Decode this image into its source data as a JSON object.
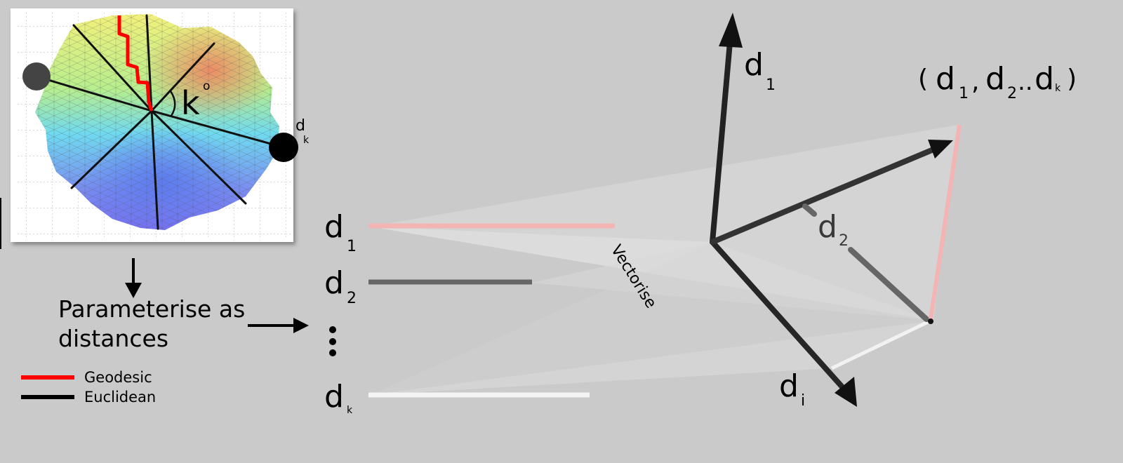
{
  "inset": {
    "angle_label": "k",
    "angle_degree_mark": "o",
    "endpoint_label_main": "d",
    "endpoint_label_sub": "k"
  },
  "process": {
    "parameterise_label": "Parameterise as distances",
    "vectorise_label": "Vectorise"
  },
  "legend": {
    "geodesic_label": "Geodesic",
    "geodesic_color": "#ff0000",
    "euclidean_label": "Euclidean",
    "euclidean_color": "#000000"
  },
  "distance_list": {
    "d1": {
      "main": "d",
      "sub": "1",
      "color": "#f5b4b4"
    },
    "d2": {
      "main": "d",
      "sub": "2",
      "color": "#666666"
    },
    "ellipsis": "⋮",
    "dk": {
      "main": "d",
      "sub": "k",
      "color": "#f4f4f4"
    }
  },
  "vector_space": {
    "axis_d1": {
      "main": "d",
      "sub": "1"
    },
    "axis_d2": {
      "main": "d",
      "sub": "2"
    },
    "axis_di": {
      "main": "d",
      "sub": "i"
    },
    "point": {
      "open": "(",
      "d1_main": "d",
      "d1_sub": "1",
      "sep": ",",
      "d2_main": "d",
      "d2_sub": "2",
      "dots": "..",
      "dk_main": "d",
      "dk_sub": "k",
      "close": ")"
    }
  }
}
